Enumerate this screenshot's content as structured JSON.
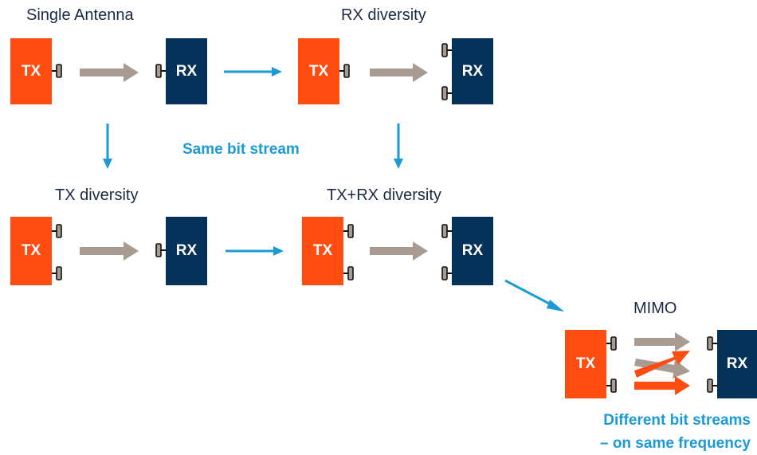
{
  "titles": {
    "single_antenna": "Single Antenna",
    "rx_diversity": "RX diversity",
    "tx_diversity": "TX diversity",
    "txrx_diversity": "TX+RX diversity",
    "mimo": "MIMO"
  },
  "notes": {
    "same_bit_stream": "Same bit stream",
    "different_line1": "Different bit streams",
    "different_line2": "– on same frequency"
  },
  "labels": {
    "tx": "TX",
    "rx": "RX"
  },
  "colors": {
    "tx_box": "#ff4d12",
    "rx_box": "#05325a",
    "flow_arrow": "#1a9ad6",
    "signal_arrow": "#a89c91",
    "mimo_signal_arrow": "#ff4d12",
    "title_text": "#1b2a44"
  }
}
